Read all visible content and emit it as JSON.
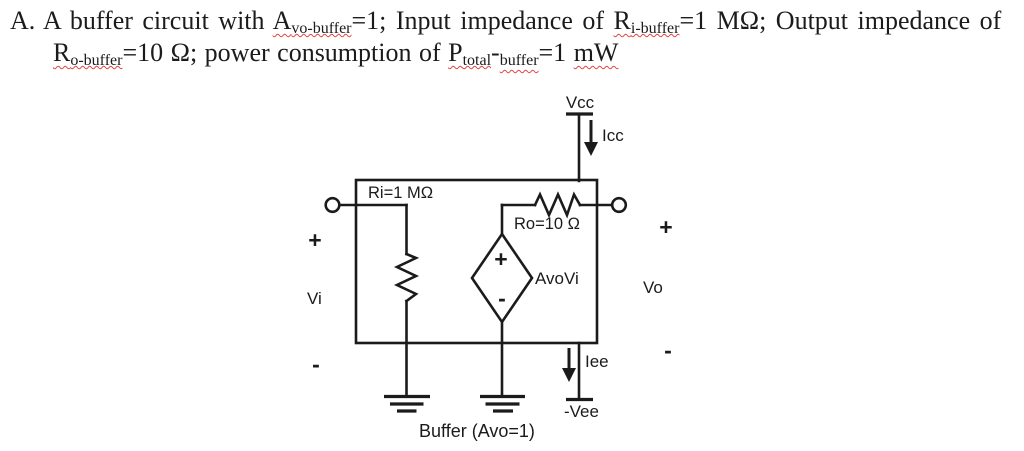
{
  "statement": {
    "marker": "A.",
    "l1_a": "A buffer circuit with ",
    "l1_b_base": "A",
    "l1_b_sub": "vo-buffer",
    "l1_c": "=1; Input impedance of ",
    "l1_d_base": "R",
    "l1_d_sub": "i-buffer",
    "l1_e": "=1 MΩ; Output impedance of",
    "l2_a_base": "R",
    "l2_a_sub": "o-buffer",
    "l2_b": "=10 Ω; power consumption of ",
    "l2_c_base": "P",
    "l2_c_sub": "total",
    "l2_d": "-",
    "l2_e_sub": "buffer",
    "l2_f": "=1 ",
    "l2_g": "mW"
  },
  "circuit": {
    "vcc_label": "Vcc",
    "icc_label": "Icc",
    "ri_label": "Ri=1 MΩ",
    "ro_label": "Ro=10 Ω",
    "source_plus": "+",
    "source_minus": "-",
    "source_label": "AvoVi",
    "input_plus": "+",
    "input_label": "Vi",
    "input_minus": "-",
    "output_plus": "+",
    "output_label": "Vo",
    "output_minus": "-",
    "iee_label": "Iee",
    "vee_label": "-Vee",
    "caption": "Buffer (Avo=1)"
  },
  "colors": {
    "ink": "#1b1b1b",
    "spellcheck_squiggle": "#e04343",
    "background": "#ffffff"
  }
}
